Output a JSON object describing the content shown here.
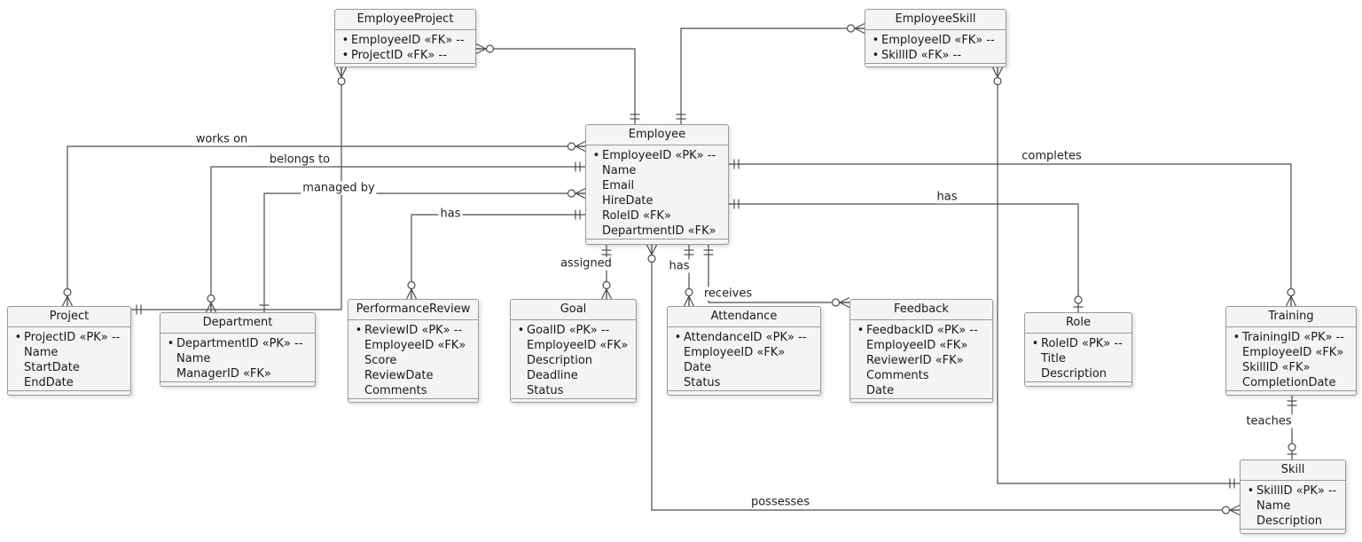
{
  "diagram": {
    "entities": [
      {
        "name": "EmployeeProject",
        "attrs": [
          {
            "b": "•",
            "t": "EmployeeID «FK» --"
          },
          {
            "b": "•",
            "t": "ProjectID «FK» --"
          }
        ]
      },
      {
        "name": "EmployeeSkill",
        "attrs": [
          {
            "b": "•",
            "t": "EmployeeID «FK» --"
          },
          {
            "b": "•",
            "t": "SkillID «FK» --"
          }
        ]
      },
      {
        "name": "Employee",
        "attrs": [
          {
            "b": "•",
            "t": "EmployeeID «PK» --"
          },
          {
            "b": "",
            "t": "Name"
          },
          {
            "b": "",
            "t": "Email"
          },
          {
            "b": "",
            "t": "HireDate"
          },
          {
            "b": "",
            "t": "RoleID «FK»"
          },
          {
            "b": "",
            "t": "DepartmentID «FK»"
          }
        ]
      },
      {
        "name": "Project",
        "attrs": [
          {
            "b": "•",
            "t": "ProjectID «PK» --"
          },
          {
            "b": "",
            "t": "Name"
          },
          {
            "b": "",
            "t": "StartDate"
          },
          {
            "b": "",
            "t": "EndDate"
          }
        ]
      },
      {
        "name": "Department",
        "attrs": [
          {
            "b": "•",
            "t": "DepartmentID «PK» --"
          },
          {
            "b": "",
            "t": "Name"
          },
          {
            "b": "",
            "t": "ManagerID «FK»"
          }
        ]
      },
      {
        "name": "PerformanceReview",
        "attrs": [
          {
            "b": "•",
            "t": "ReviewID «PK» --"
          },
          {
            "b": "",
            "t": "EmployeeID «FK»"
          },
          {
            "b": "",
            "t": "Score"
          },
          {
            "b": "",
            "t": "ReviewDate"
          },
          {
            "b": "",
            "t": "Comments"
          }
        ]
      },
      {
        "name": "Goal",
        "attrs": [
          {
            "b": "•",
            "t": "GoalID «PK» --"
          },
          {
            "b": "",
            "t": "EmployeeID «FK»"
          },
          {
            "b": "",
            "t": "Description"
          },
          {
            "b": "",
            "t": "Deadline"
          },
          {
            "b": "",
            "t": "Status"
          }
        ]
      },
      {
        "name": "Attendance",
        "attrs": [
          {
            "b": "•",
            "t": "AttendanceID «PK» --"
          },
          {
            "b": "",
            "t": "EmployeeID «FK»"
          },
          {
            "b": "",
            "t": "Date"
          },
          {
            "b": "",
            "t": "Status"
          }
        ]
      },
      {
        "name": "Feedback",
        "attrs": [
          {
            "b": "•",
            "t": "FeedbackID «PK» --"
          },
          {
            "b": "",
            "t": "EmployeeID «FK»"
          },
          {
            "b": "",
            "t": "ReviewerID «FK»"
          },
          {
            "b": "",
            "t": "Comments"
          },
          {
            "b": "",
            "t": "Date"
          }
        ]
      },
      {
        "name": "Role",
        "attrs": [
          {
            "b": "•",
            "t": "RoleID «PK» --"
          },
          {
            "b": "",
            "t": "Title"
          },
          {
            "b": "",
            "t": "Description"
          }
        ]
      },
      {
        "name": "Training",
        "attrs": [
          {
            "b": "•",
            "t": "TrainingID «PK» --"
          },
          {
            "b": "",
            "t": "EmployeeID «FK»"
          },
          {
            "b": "",
            "t": "SkillID «FK»"
          },
          {
            "b": "",
            "t": "CompletionDate"
          }
        ]
      },
      {
        "name": "Skill",
        "attrs": [
          {
            "b": "•",
            "t": "SkillID «PK» --"
          },
          {
            "b": "",
            "t": "Name"
          },
          {
            "b": "",
            "t": "Description"
          }
        ]
      }
    ],
    "relationships": [
      {
        "label": "works on",
        "from": "Employee",
        "to": "Project",
        "from_end": "zero-or-many",
        "to_end": "zero-or-many"
      },
      {
        "label": "belongs to",
        "from": "Employee",
        "to": "Department",
        "from_end": "one",
        "to_end": "zero-or-many"
      },
      {
        "label": "managed by",
        "from": "Employee",
        "to": "Department",
        "from_end": "zero-or-many",
        "to_end": "one"
      },
      {
        "label": "has",
        "from": "Employee",
        "to": "PerformanceReview",
        "from_end": "one",
        "to_end": "zero-or-many"
      },
      {
        "label": "",
        "from": "EmployeeProject",
        "to": "Employee",
        "from_end": "zero-or-many",
        "to_end": "one"
      },
      {
        "label": "",
        "from": "EmployeeSkill",
        "to": "Employee",
        "from_end": "zero-or-many",
        "to_end": "one"
      },
      {
        "label": "",
        "from": "EmployeeProject",
        "to": "Project",
        "from_end": "zero-or-many",
        "to_end": "one"
      },
      {
        "label": "",
        "from": "EmployeeSkill",
        "to": "Skill",
        "from_end": "zero-or-many",
        "to_end": "one"
      },
      {
        "label": "assigned",
        "from": "Employee",
        "to": "Goal",
        "from_end": "one",
        "to_end": "zero-or-many"
      },
      {
        "label": "possesses",
        "from": "Employee",
        "to": "Skill",
        "from_end": "zero-or-many",
        "to_end": "zero-or-many"
      },
      {
        "label": "has",
        "from": "Employee",
        "to": "Attendance",
        "from_end": "one",
        "to_end": "zero-or-many"
      },
      {
        "label": "receives",
        "from": "Employee",
        "to": "Feedback",
        "from_end": "one",
        "to_end": "zero-or-many"
      },
      {
        "label": "completes",
        "from": "Employee",
        "to": "Training",
        "from_end": "one",
        "to_end": "zero-or-many"
      },
      {
        "label": "has",
        "from": "Employee",
        "to": "Role",
        "from_end": "one",
        "to_end": "zero-or-one"
      },
      {
        "label": "teaches",
        "from": "Training",
        "to": "Skill",
        "from_end": "one",
        "to_end": "zero-or-one"
      }
    ],
    "colors": {
      "background": "#ffffff",
      "entity_fill": "#f4f4f4",
      "entity_border": "#9a9a9a",
      "line": "#4d4d4d",
      "text": "#1a1a1a"
    }
  }
}
